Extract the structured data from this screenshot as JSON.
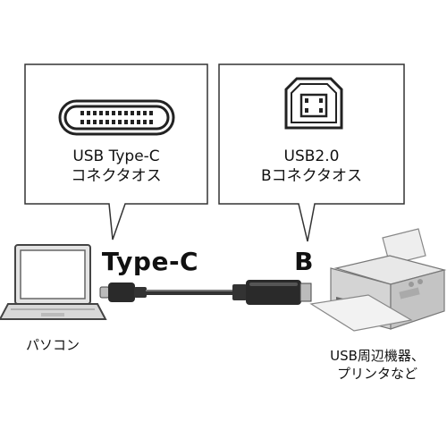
{
  "left_callout": {
    "line1": "USB Type-C",
    "line2": "コネクタオス"
  },
  "right_callout": {
    "line1": "USB2.0",
    "line2": "Bコネクタオス"
  },
  "connector_labels": {
    "left": "Type-C",
    "right": "B"
  },
  "devices": {
    "pc": "パソコン",
    "printer_line1": "USB周辺機器、",
    "printer_line2": "プリンタなど"
  },
  "icons": [
    "usb-type-c-port-icon",
    "usb-type-b-port-icon",
    "laptop-icon",
    "printer-icon",
    "usb-cable-icon"
  ],
  "colors": {
    "stroke": "#333333",
    "cable": "#222222",
    "text": "#111111"
  }
}
